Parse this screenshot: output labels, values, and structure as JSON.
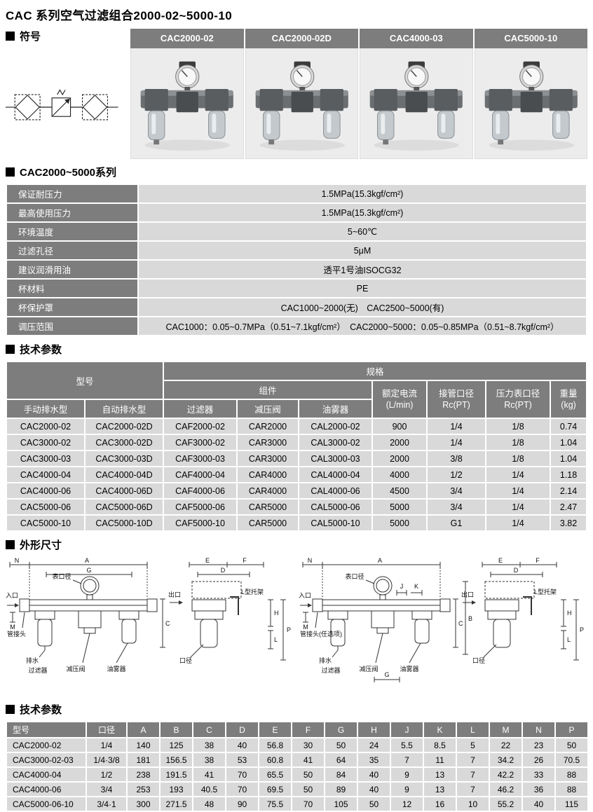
{
  "page": {
    "title": "CAC 系列空气过滤组合2000-02~5000-10"
  },
  "symbols": {
    "section_title": "符号",
    "products": [
      {
        "label": "CAC2000-02"
      },
      {
        "label": "CAC2000-02D"
      },
      {
        "label": "CAC4000-03"
      },
      {
        "label": "CAC5000-10"
      }
    ]
  },
  "series_specs": {
    "section_title": "CAC2000~5000系列",
    "rows": [
      {
        "label": "保证耐压力",
        "value": "1.5MPa(15.3kgf/cm²)"
      },
      {
        "label": "最高使用压力",
        "value": "1.5MPa(15.3kgf/cm²)"
      },
      {
        "label": "环境温度",
        "value": "5~60℃"
      },
      {
        "label": "过滤孔径",
        "value": "5μM"
      },
      {
        "label": "建议润滑用油",
        "value": "透平1号油ISOCG32"
      },
      {
        "label": "杯材料",
        "value": "PE"
      },
      {
        "label": "杯保护罩",
        "value": "CAC1000~2000(无)　CAC2500~5000(有)"
      },
      {
        "label": "调压范围",
        "value": "CAC1000：0.05~0.7MPa（0.51~7.1kgf/cm²）　CAC2000~5000：0.05~0.85MPa（0.51~8.7kgf/cm²）"
      }
    ]
  },
  "tech_params": {
    "section_title": "技术参数",
    "header": {
      "model": "型号",
      "spec": "规格",
      "component": "组件",
      "manual": "手动排水型",
      "auto": "自动排水型",
      "filter": "过滤器",
      "regulator": "减压阀",
      "lubricator": "油雾器",
      "flow": "额定电流",
      "flow_unit": "(L/min)",
      "pipe": "接管口径",
      "pipe_unit": "Rc(PT)",
      "gauge": "压力表口径",
      "gauge_unit": "Rc(PT)",
      "weight": "重量",
      "weight_unit": "(kg)"
    },
    "rows": [
      [
        "CAC2000-02",
        "CAC2000-02D",
        "CAF2000-02",
        "CAR2000",
        "CAL2000-02",
        "900",
        "1/4",
        "1/8",
        "0.74"
      ],
      [
        "CAC3000-02",
        "CAC3000-02D",
        "CAF3000-02",
        "CAR3000",
        "CAL3000-02",
        "2000",
        "1/4",
        "1/8",
        "1.04"
      ],
      [
        "CAC3000-03",
        "CAC3000-03D",
        "CAF3000-03",
        "CAR3000",
        "CAL3000-03",
        "2000",
        "3/8",
        "1/8",
        "1.04"
      ],
      [
        "CAC4000-04",
        "CAC4000-04D",
        "CAF4000-04",
        "CAR4000",
        "CAL4000-04",
        "4000",
        "1/2",
        "1/4",
        "1.18"
      ],
      [
        "CAC4000-06",
        "CAC4000-06D",
        "CAF4000-06",
        "CAR4000",
        "CAL4000-06",
        "4500",
        "3/4",
        "1/4",
        "2.14"
      ],
      [
        "CAC5000-06",
        "CAC5000-06D",
        "CAF5000-06",
        "CAR5000",
        "CAL5000-06",
        "5000",
        "3/4",
        "1/4",
        "2.47"
      ],
      [
        "CAC5000-10",
        "CAC5000-10D",
        "CAF5000-10",
        "CAR5000",
        "CAL5000-10",
        "5000",
        "G1",
        "1/4",
        "3.82"
      ]
    ]
  },
  "outline": {
    "section_title": "外形尺寸",
    "labels": {
      "gauge_bore": "表口径",
      "inlet": "入口",
      "outlet": "出口",
      "pipe_joint": "管接头",
      "pipe_joint_optional": "管接头(任选项)",
      "drain": "排水",
      "filter": "过滤器",
      "regulator": "减压阀",
      "lubricator": "油雾器",
      "l_bracket": "L型托架",
      "bore": "口径"
    },
    "dims": {
      "A": "A",
      "B": "B",
      "C": "C",
      "D": "D",
      "E": "E",
      "F": "F",
      "G": "G",
      "H": "H",
      "J": "J",
      "K": "K",
      "L": "L",
      "M": "M",
      "N": "N",
      "P": "P"
    }
  },
  "dim_table": {
    "section_title": "技术参数",
    "headers": [
      "型号",
      "口径",
      "A",
      "B",
      "C",
      "D",
      "E",
      "F",
      "G",
      "H",
      "J",
      "K",
      "L",
      "M",
      "N",
      "P"
    ],
    "rows": [
      [
        "CAC2000-02",
        "1/4",
        "140",
        "125",
        "38",
        "40",
        "56.8",
        "30",
        "50",
        "24",
        "5.5",
        "8.5",
        "5",
        "22",
        "23",
        "50"
      ],
      [
        "CAC3000-02-03",
        "1/4·3/8",
        "181",
        "156.5",
        "38",
        "53",
        "60.8",
        "41",
        "64",
        "35",
        "7",
        "11",
        "7",
        "34.2",
        "26",
        "70.5"
      ],
      [
        "CAC4000-04",
        "1/2",
        "238",
        "191.5",
        "41",
        "70",
        "65.5",
        "50",
        "84",
        "40",
        "9",
        "13",
        "7",
        "42.2",
        "33",
        "88"
      ],
      [
        "CAC4000-06",
        "3/4",
        "253",
        "193",
        "40.5",
        "70",
        "69.5",
        "50",
        "89",
        "40",
        "9",
        "13",
        "7",
        "46.2",
        "36",
        "88"
      ],
      [
        "CAC5000-06-10",
        "3/4·1",
        "300",
        "271.5",
        "48",
        "90",
        "75.5",
        "70",
        "105",
        "50",
        "12",
        "16",
        "10",
        "55.2",
        "40",
        "115"
      ]
    ]
  }
}
